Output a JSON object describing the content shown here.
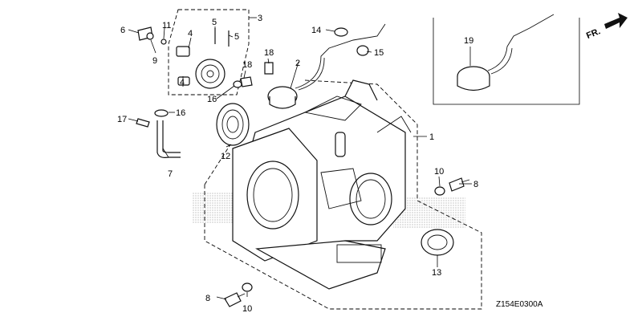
{
  "diagram": {
    "code": "Z154E0300A",
    "direction_label": "FR.",
    "callouts": {
      "c1": "1",
      "c2": "2",
      "c3": "3",
      "c4a": "4",
      "c4b": "4",
      "c5a": "5",
      "c5b": "5",
      "c6": "6",
      "c7": "7",
      "c8a": "8",
      "c8b": "8",
      "c9": "9",
      "c10a": "10",
      "c10b": "10",
      "c11": "11",
      "c12": "12",
      "c13": "13",
      "c14": "14",
      "c15": "15",
      "c16a": "16",
      "c16b": "16",
      "c17": "17",
      "c18a": "18",
      "c18b": "18",
      "c19": "19"
    }
  },
  "colors": {
    "line": "#111111",
    "background": "#ffffff",
    "dot_pattern": "#555555"
  }
}
